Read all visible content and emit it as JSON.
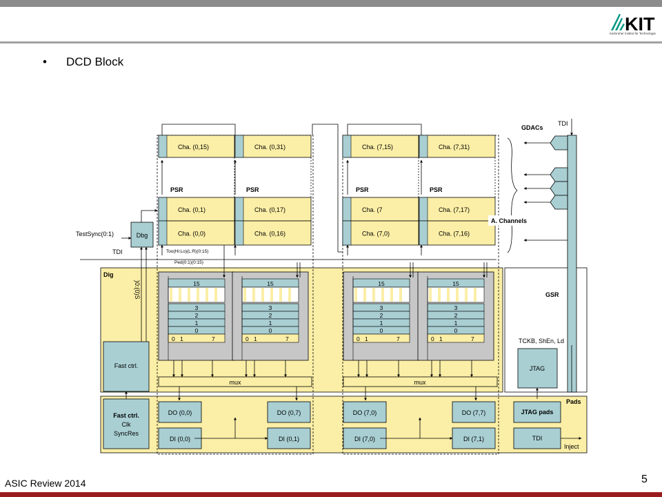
{
  "header": {
    "logo_text": "KIT",
    "logo_subtitle": "Karlsruher Institut für Technologie"
  },
  "slide": {
    "bullet_text": "DCD Block",
    "footer_text": "ASIC Review 2014",
    "page_number": "5"
  },
  "diagram": {
    "cha_top": [
      "Cha. (0,15)",
      "Cha. (0,31)",
      "Cha. (7,15)",
      "Cha. (7,31)"
    ],
    "cha_mid": [
      "Cha. (0,1)",
      "Cha. (0,17)",
      "Cha. (7",
      "Cha. (7,17)"
    ],
    "cha_bot": [
      "Cha. (0,0)",
      "Cha. (0,16)",
      "Cha. (7,0)",
      "Cha. (7,16)"
    ],
    "psr": "PSR",
    "gdacs": "GDACs",
    "tdi": "TDI",
    "a_channels": "A. Channels",
    "gsr": "GSR",
    "dbg": "Dbg",
    "testsync": "TestSync(0:1)",
    "too_sig": "Too(Hi:Lo)(L:R)(0:15)",
    "ped_sig": "Ped(0:1)(0:15)",
    "dig": "Dig",
    "vert_sig": ")0:(0)S",
    "reg_labels": [
      "15",
      "3",
      "2",
      "1",
      "0"
    ],
    "reg_bottom": [
      "0",
      "1",
      "7"
    ],
    "fast_ctrl": "Fast ctrl.",
    "mux": "mux",
    "tckb": "TCKB, ShEn, Ld",
    "jtag": "JTAG",
    "pads": "Pads",
    "pad_fast_ctrl": "Fast ctrl.",
    "pad_clk": "Clk",
    "pad_syncres": "SyncRes",
    "do_labels": [
      "DO (0,0)",
      "DO (0,7)",
      "DO (7,0)",
      "DO (7,7)"
    ],
    "di_labels": [
      "DI (0,0)",
      "DI (0,1)",
      "DI (7,0)",
      "DI (7,1)"
    ],
    "jtag_pads": "JTAG pads",
    "pad_tdi": "TDI",
    "inject": "Inject"
  },
  "colors": {
    "yellow": "#fbeea6",
    "teal": "#a9cfd3",
    "gray": "#c7c7c7",
    "dark_red": "#9b1c1c"
  }
}
